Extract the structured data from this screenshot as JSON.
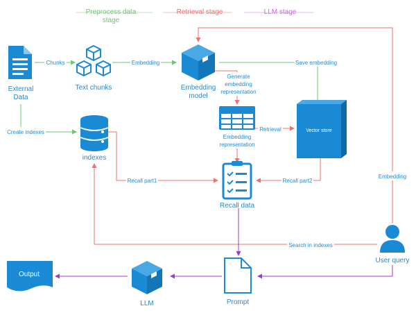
{
  "legend": {
    "preprocess": {
      "label_line1": "Preprocess data",
      "label_line2": "stage",
      "color": "#6cc86c"
    },
    "retrieval": {
      "label": "Retrieval stage",
      "color": "#f07070"
    },
    "llm": {
      "label": "LLM stage",
      "color": "#cc66dd"
    }
  },
  "colors": {
    "accent": "#1e8fd0",
    "icon_blue": "#1a8ad4",
    "text_blue": "#2a8ac8"
  },
  "nodes": {
    "external_data": {
      "line1": "External",
      "line2": "Data",
      "icon": "document-icon"
    },
    "text_chunks": {
      "label": "Text chunks",
      "icon": "cubes-icon"
    },
    "embedding_model": {
      "line1": "Embedding",
      "line2": "model",
      "icon": "box-icon"
    },
    "embedding_repr": {
      "line1": "Embedding",
      "line2": "representation",
      "icon": "table-icon"
    },
    "vector_store": {
      "label": "Vector store",
      "icon": "cube-icon"
    },
    "indexes": {
      "label": "indexes",
      "icon": "database-icon"
    },
    "recall_data": {
      "label": "Recall data",
      "icon": "checklist-icon"
    },
    "user_query": {
      "label": "User query",
      "icon": "user-icon"
    },
    "prompt": {
      "label": "Prompt",
      "icon": "page-icon"
    },
    "llm": {
      "label": "LLM",
      "icon": "box-icon"
    },
    "output": {
      "label": "Output",
      "icon": "document-shape-icon"
    }
  },
  "edges": {
    "chunks": "Chunks",
    "embedding1": "Embedding",
    "save_embedding": "Save embedding",
    "generate_line1": "Generate",
    "generate_line2": "embedding",
    "generate_line3": "representation",
    "retrieval": "Retrieval",
    "create_indexes": "Create indexes",
    "recall_part1": "Recall part1",
    "recall_part2": "Recall part2",
    "embedding2": "Embedding",
    "search_in_indexes": "Search in indexes"
  }
}
